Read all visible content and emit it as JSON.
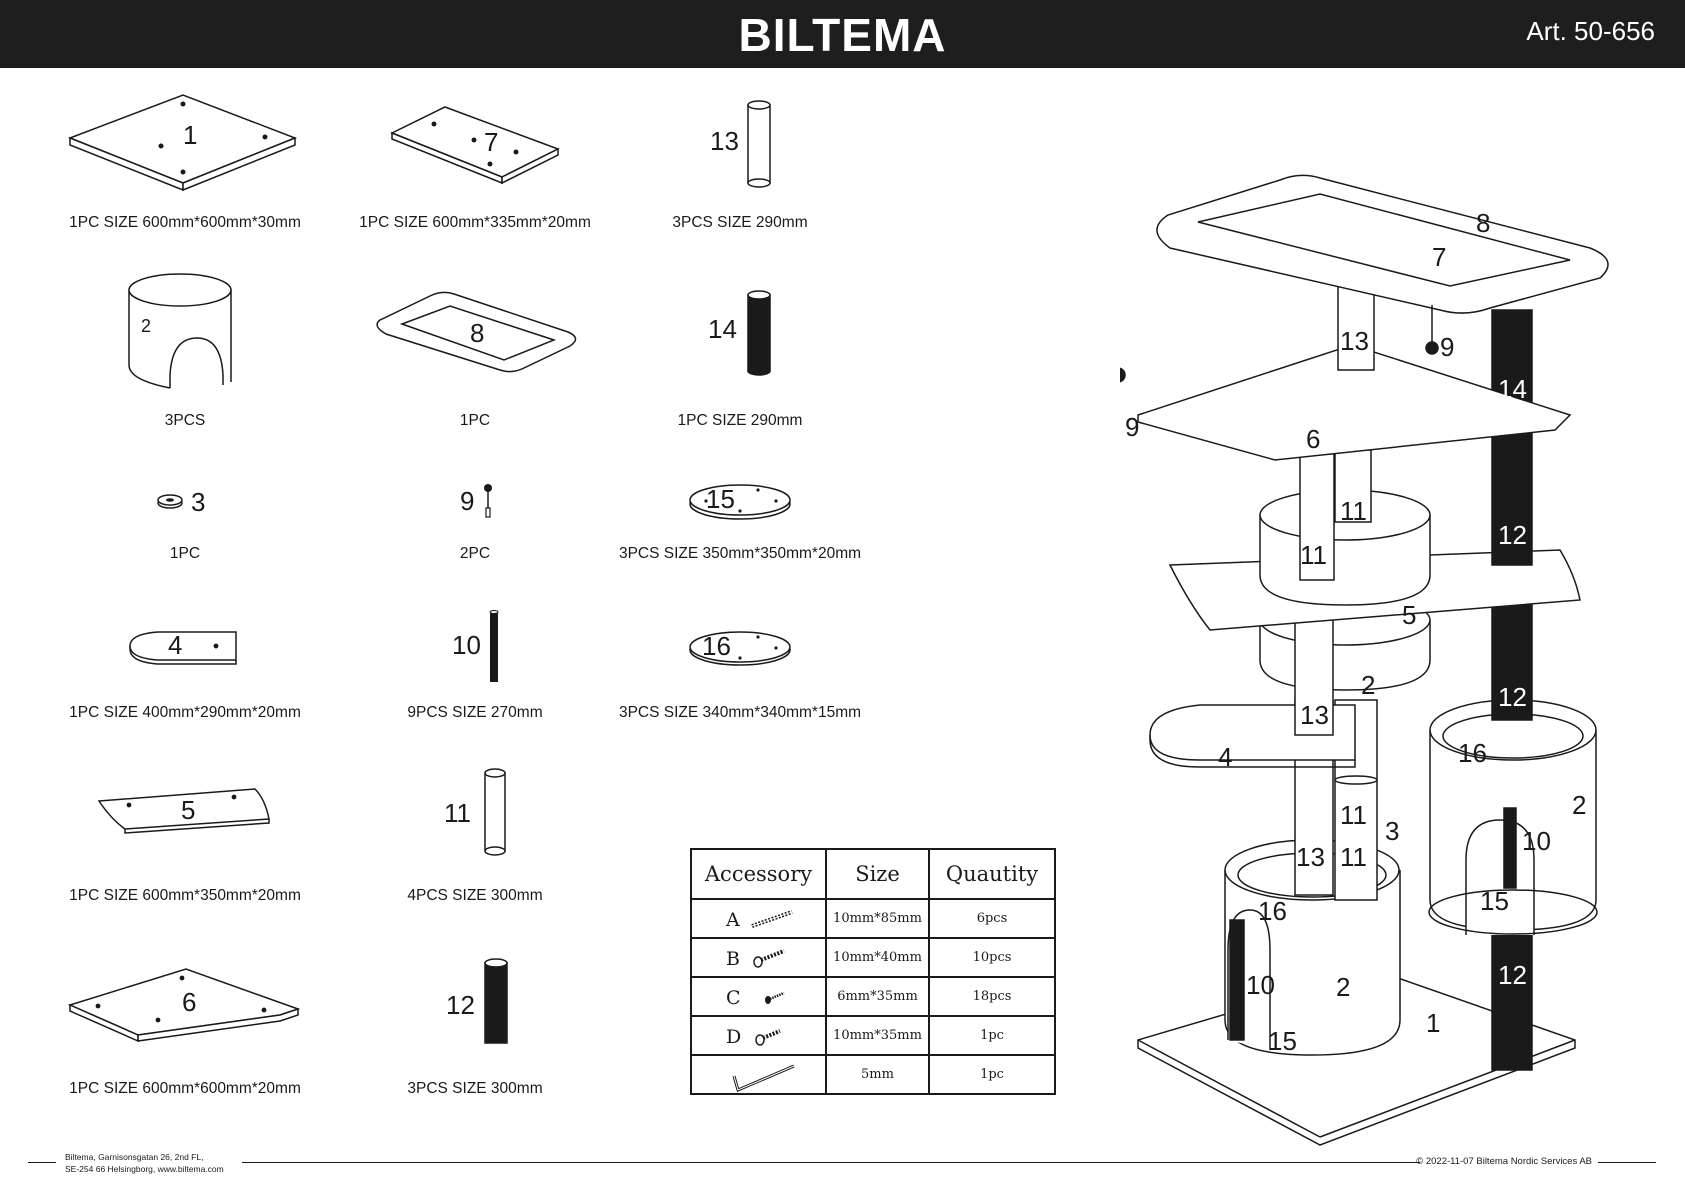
{
  "header": {
    "brand": "BILTEMA",
    "article": "Art. 50-656"
  },
  "parts": {
    "p1": {
      "label": "1",
      "caption": "1PC SIZE 600mm*600mm*30mm"
    },
    "p7": {
      "label": "7",
      "caption": "1PC SIZE 600mm*335mm*20mm"
    },
    "p13": {
      "label": "13",
      "caption": "3PCS SIZE 290mm"
    },
    "p2": {
      "label": "2",
      "caption": "3PCS"
    },
    "p8": {
      "label": "8",
      "caption": "1PC"
    },
    "p14": {
      "label": "14",
      "caption": "1PC SIZE 290mm"
    },
    "p3": {
      "label": "3",
      "caption": "1PC"
    },
    "p9": {
      "label": "9",
      "caption": "2PC"
    },
    "p15": {
      "label": "15",
      "caption": "3PCS SIZE 350mm*350mm*20mm"
    },
    "p4": {
      "label": "4",
      "caption": "1PC SIZE 400mm*290mm*20mm"
    },
    "p10": {
      "label": "10",
      "caption": "9PCS SIZE 270mm"
    },
    "p16": {
      "label": "16",
      "caption": "3PCS SIZE 340mm*340mm*15mm"
    },
    "p5": {
      "label": "5",
      "caption": "1PC SIZE 600mm*350mm*20mm"
    },
    "p11": {
      "label": "11",
      "caption": "4PCS SIZE 300mm"
    },
    "p6": {
      "label": "6",
      "caption": "1PC SIZE 600mm*600mm*20mm"
    },
    "p12": {
      "label": "12",
      "caption": "3PCS SIZE 300mm"
    }
  },
  "accessories": {
    "headers": {
      "accessory": "Accessory",
      "size": "Size",
      "quantity": "Quautity"
    },
    "rows": [
      {
        "letter": "A",
        "size": "10mm*85mm",
        "qty": "6pcs",
        "icon": "long-bolt-icon"
      },
      {
        "letter": "B",
        "size": "10mm*40mm",
        "qty": "10pcs",
        "icon": "bolt-icon"
      },
      {
        "letter": "C",
        "size": "6mm*35mm",
        "qty": "18pcs",
        "icon": "screw-icon"
      },
      {
        "letter": "D",
        "size": "10mm*35mm",
        "qty": "1pc",
        "icon": "short-bolt-icon"
      },
      {
        "letter": "",
        "size": "5mm",
        "qty": "1pc",
        "icon": "allen-key-icon"
      }
    ]
  },
  "assembly": {
    "labels": [
      "8",
      "7",
      "13",
      "9",
      "14",
      "9",
      "6",
      "11",
      "11",
      "12",
      "5",
      "2",
      "12",
      "13",
      "4",
      "16",
      "2",
      "11",
      "3",
      "10",
      "13",
      "11",
      "15",
      "16",
      "12",
      "2",
      "10",
      "1",
      "15"
    ]
  },
  "footer": {
    "address_line1": "Biltema, Garnisonsgatan 26, 2nd FL,",
    "address_line2": "SE-254 66 Helsingborg, www.biltema.com",
    "copyright": "© 2022-11-07 Biltema Nordic Services AB"
  }
}
